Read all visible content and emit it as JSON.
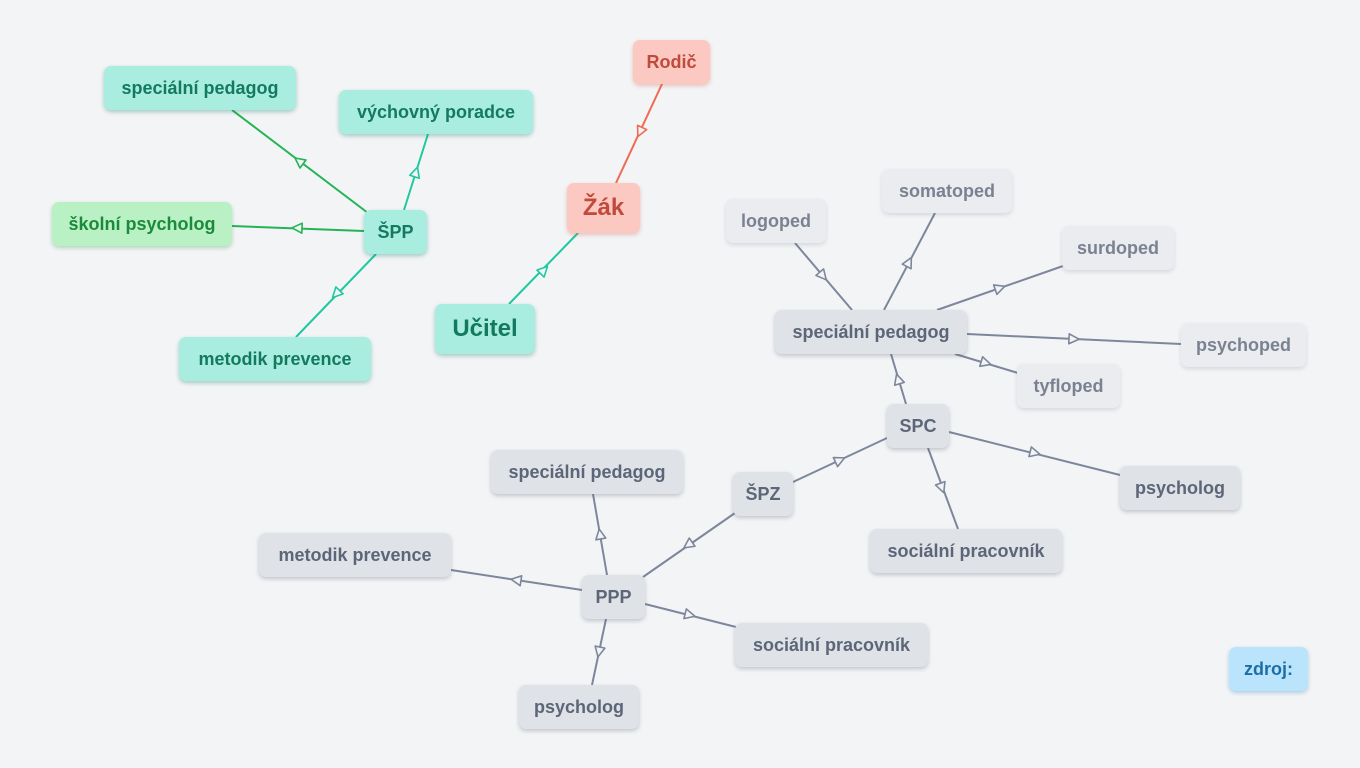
{
  "nodes": {
    "spp": "ŠPP",
    "spp_special_pedagogue": "speciální pedagog",
    "spp_educational_advisor": "výchovný poradce",
    "spp_school_psychologist": "školní psycholog",
    "spp_prevention_methodist": "metodik prevence",
    "teacher": "Učitel",
    "pupil": "Žák",
    "parent": "Rodič",
    "spc": "SPC",
    "spc_special_pedagogue": "speciální pedagog",
    "logoped": "logoped",
    "somatoped": "somatoped",
    "surdoped": "surdoped",
    "psychoped": "psychoped",
    "tyfloped": "tyfloped",
    "spc_psychologist": "psycholog",
    "spc_social_worker": "sociální pracovník",
    "spz": "ŠPZ",
    "ppp": "PPP",
    "ppp_special_pedagogue": "speciální pedagog",
    "ppp_prevention_methodist": "metodik prevence",
    "ppp_social_worker": "sociální pracovník",
    "ppp_psychologist": "psycholog",
    "source": "zdroj:"
  },
  "colors": {
    "teal_edge": "#1fc9a0",
    "green_edge": "#22b455",
    "red_edge": "#ef6a55",
    "gray_edge": "#7d879b"
  }
}
